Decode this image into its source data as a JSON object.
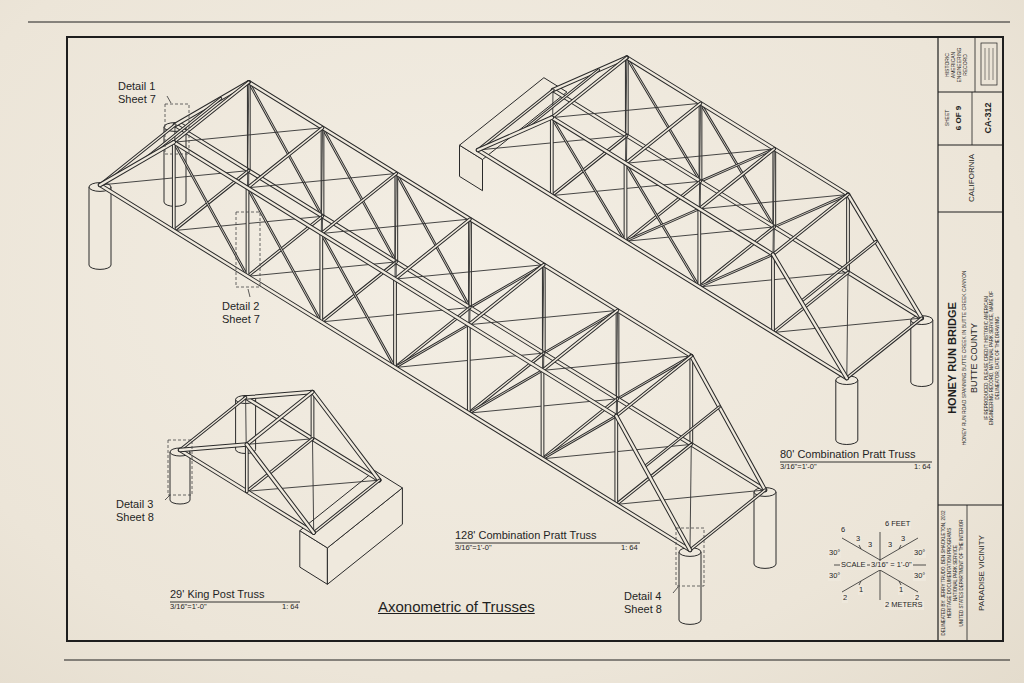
{
  "diagram": {
    "title": "Axonometric of Trusses",
    "labels": [
      "Detail 1 Sheet 7",
      "Detail 2 Sheet 7",
      "Detail 3 Sheet 8",
      "Detail 4 Sheet 8",
      "80' Combination Pratt Truss",
      "3/16\"=1'-0\"",
      "1: 64",
      "128' Combination Pratt Truss",
      "3/16\"=1'-0\"",
      "1: 64",
      "29' King Post Truss",
      "3/16\"=1'-0\"",
      "1: 64",
      "6 FEET",
      "6",
      "3",
      "3",
      "3",
      "3",
      "30°",
      "30°",
      "SCALE",
      "3/16\" = 1'-0\"",
      "30°",
      "30°",
      "2",
      "1",
      "1",
      "2",
      "2 METERS",
      "HISTORIC AMERICAN ENGINEERING RECORD",
      "SHEET",
      "6 OF 9",
      "CA-312",
      "CALIFORNIA",
      "HONEY RUN BRIDGE",
      "HONEY RUN ROAD SPANNING BUTTE CREEK IN BUTTE CREEK CANYON",
      "BUTTE COUNTY",
      "IF REPRODUCED, PLEASE CREDIT: HISTORIC AMERICAN ENGINEERING RECORD, NATIONAL PARK SERVICE, NAME OF DELINEATOR, DATE OF THE DRAWING",
      "PARADISE VICINITY",
      "DELINEATED BY: JERRY TRUDO, BEN SHACKLETON, 2002",
      "HERITAGE DOCUMENTATION PROGRAMS",
      "NATIONAL PARK SERVICE",
      "UNITED STATES DEPARTMENT OF THE INTERIOR"
    ]
  }
}
